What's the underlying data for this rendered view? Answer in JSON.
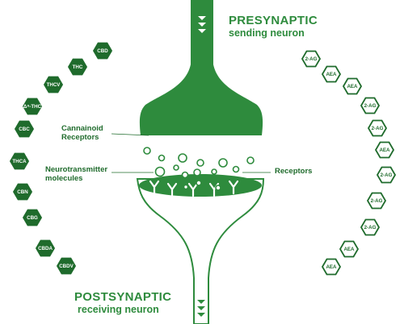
{
  "presynaptic": {
    "title": "PRESYNAPTIC",
    "subtitle": "sending neuron"
  },
  "postsynaptic": {
    "title": "POSTSYNAPTIC",
    "subtitle": "receiving neuron"
  },
  "labels": {
    "cannabinoid_line1": "Cannainoid",
    "cannabinoid_line2": "Receptors",
    "neurotransmitter_line1": "Neurotransmitter",
    "neurotransmitter_line2": "molecules",
    "receptors": "Receptors"
  },
  "left_hexes": [
    "CBD",
    "THC",
    "THCV",
    "Δ⁸-THC",
    "CBC",
    "THCA",
    "CBN",
    "CBG",
    "CBDA",
    "CBDV"
  ],
  "right_hexes": [
    "2-AG",
    "AEA",
    "AEA",
    "2-AG",
    "2-AG",
    "AEA",
    "2-AG",
    "2-AG",
    "2-AG",
    "AEA",
    "AEA"
  ],
  "colors": {
    "green": "#2e8b3d",
    "dark_green": "#1f6b2c",
    "light_green": "#3aa34a",
    "white": "#ffffff"
  }
}
